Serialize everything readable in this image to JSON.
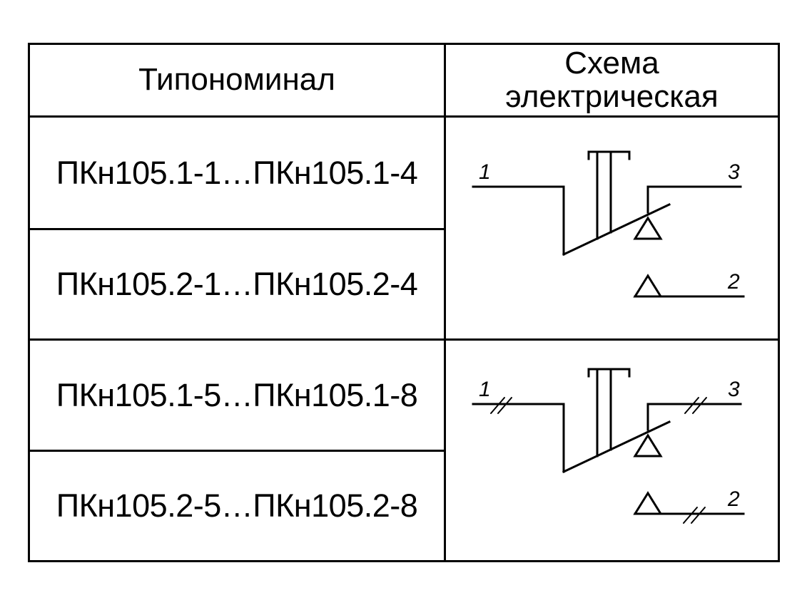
{
  "table": {
    "headers": {
      "type_name": "Типономинал",
      "schema_line1": "Схема",
      "schema_line2": "электрическая"
    },
    "rows": [
      "ПКн105.1-1…ПКн105.1-4",
      "ПКн105.2-1…ПКн105.2-4",
      "ПКн105.1-5…ПКн105.1-8",
      "ПКн105.2-5…ПКн105.2-8"
    ],
    "schemas": [
      {
        "pin_1": "1",
        "pin_2": "2",
        "pin_3": "3",
        "type": "single-wire"
      },
      {
        "pin_1": "1",
        "pin_2": "2",
        "pin_3": "3",
        "type": "double-wire"
      }
    ]
  }
}
